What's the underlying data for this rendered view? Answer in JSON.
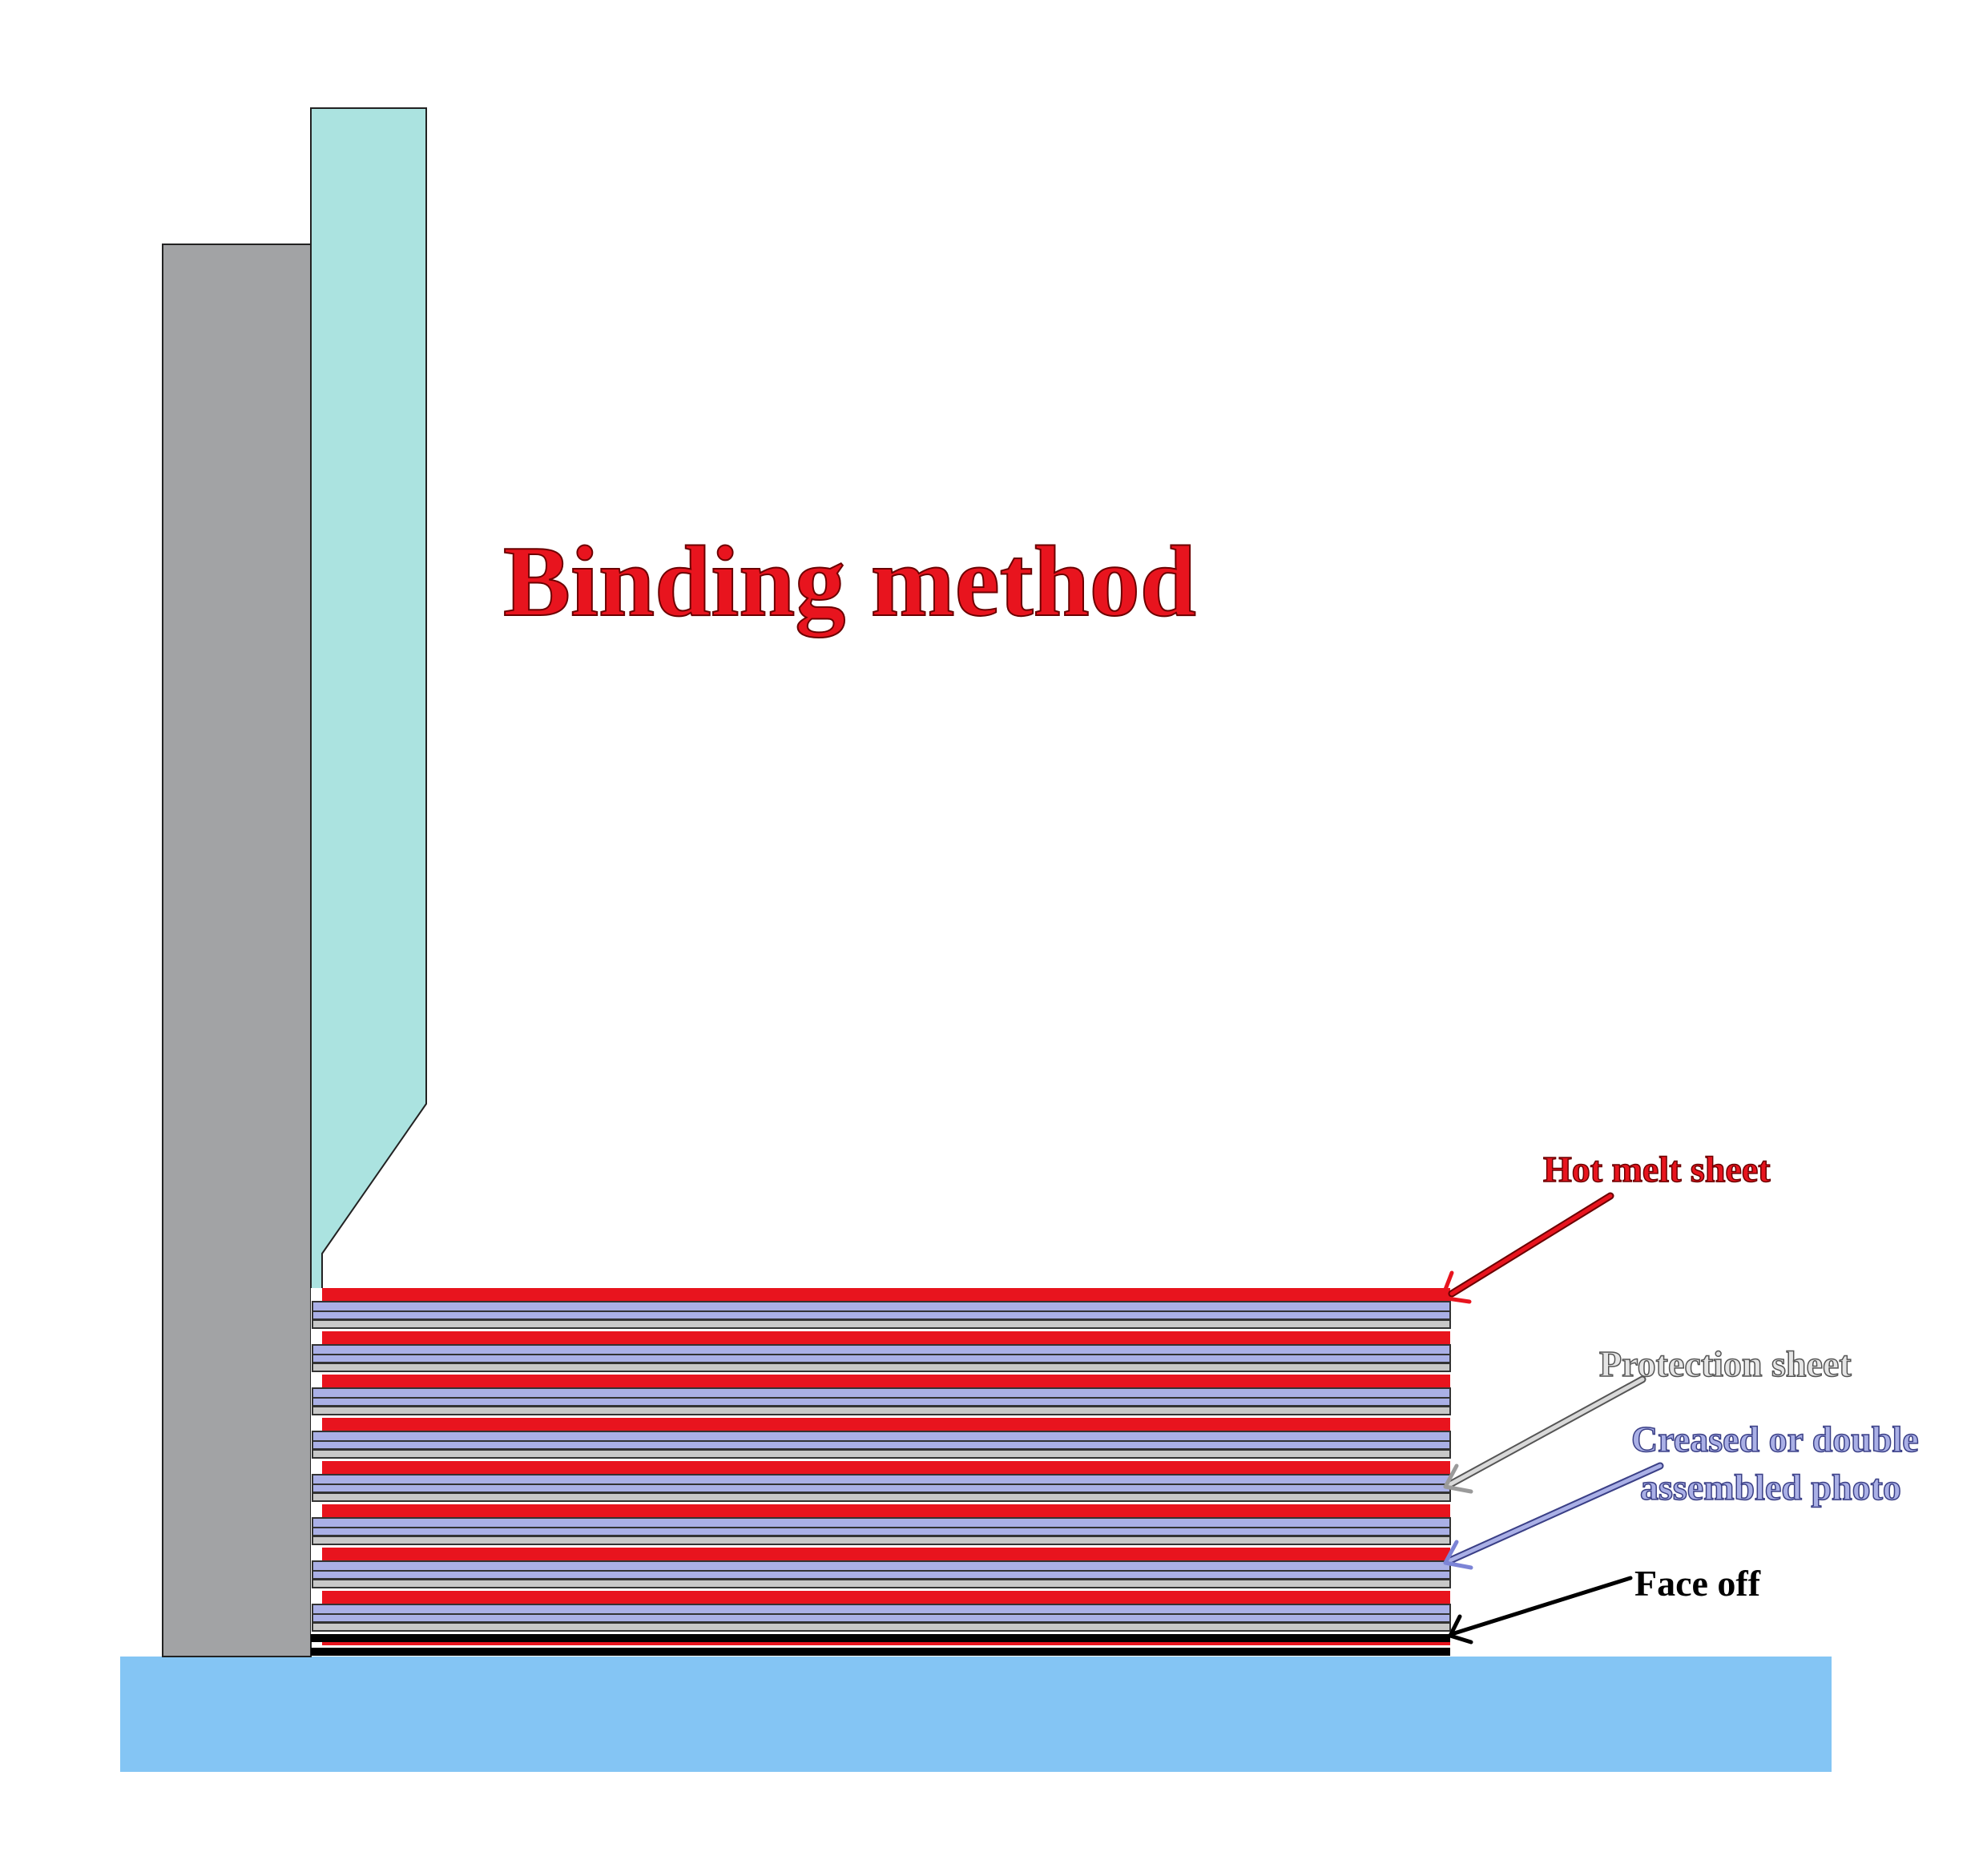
{
  "diagram": {
    "title": "Binding method",
    "labels": {
      "hot_melt": "Hot melt sheet",
      "protection": "Protection sheet",
      "creased_line1": "Creased or double",
      "creased_line2": "assembled photo",
      "face_off": "Face off"
    },
    "colors": {
      "title": "#e8141e",
      "hot_melt": "#e8141e",
      "photo": "#aab0e6",
      "protection": "#c8c8c8",
      "face_off": "#000000",
      "gray_block": "#a2a3a5",
      "cyan_block": "#abe3e0",
      "base": "#84c5f4"
    },
    "stack": {
      "repeating_units": 8,
      "unit_order": [
        "hot melt sheet",
        "creased or double assembled photo",
        "protection sheet"
      ]
    }
  }
}
